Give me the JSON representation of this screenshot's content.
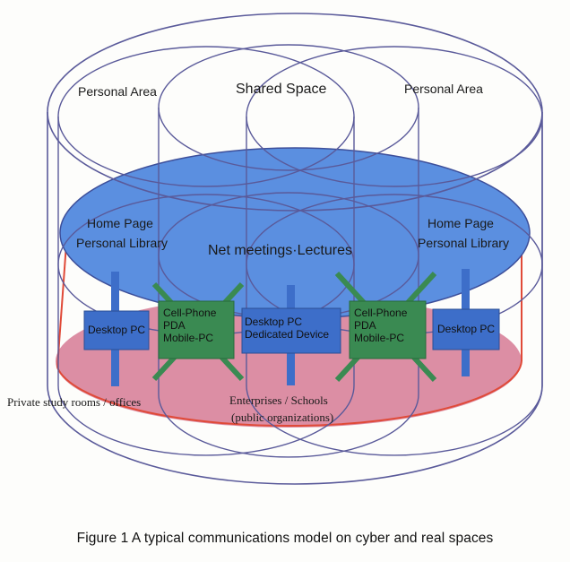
{
  "labels": {
    "personal_area_left": "Personal Area",
    "shared_space": "Shared Space",
    "personal_area_right": "Personal Area",
    "home_page_left_1": "Home Page",
    "home_page_left_2": "Personal Library",
    "net_meetings": "Net meetings·Lectures",
    "home_page_right_1": "Home Page",
    "home_page_right_2": "Personal Library",
    "private_rooms": "Private study rooms / offices",
    "enterprises_1": "Enterprises / Schools",
    "enterprises_2": "(public organizations)"
  },
  "devices": [
    {
      "lines": [
        "Desktop PC"
      ]
    },
    {
      "lines": [
        "Cell-Phone",
        "PDA",
        "Mobile-PC"
      ]
    },
    {
      "lines": [
        "Desktop PC",
        "Dedicated Device"
      ]
    },
    {
      "lines": [
        "Cell-Phone",
        "PDA",
        "Mobile-PC"
      ]
    },
    {
      "lines": [
        "Desktop PC"
      ]
    }
  ],
  "caption": "Figure 1  A typical communications model on cyber and real spaces",
  "colors": {
    "cyber_fill": "#5b8fe0",
    "real_fill": "#dc8ea4",
    "real_edge": "#e04a38",
    "outline": "#5a5a9a",
    "device_blue": "#3d6ec9",
    "device_green": "#3a8a52"
  }
}
